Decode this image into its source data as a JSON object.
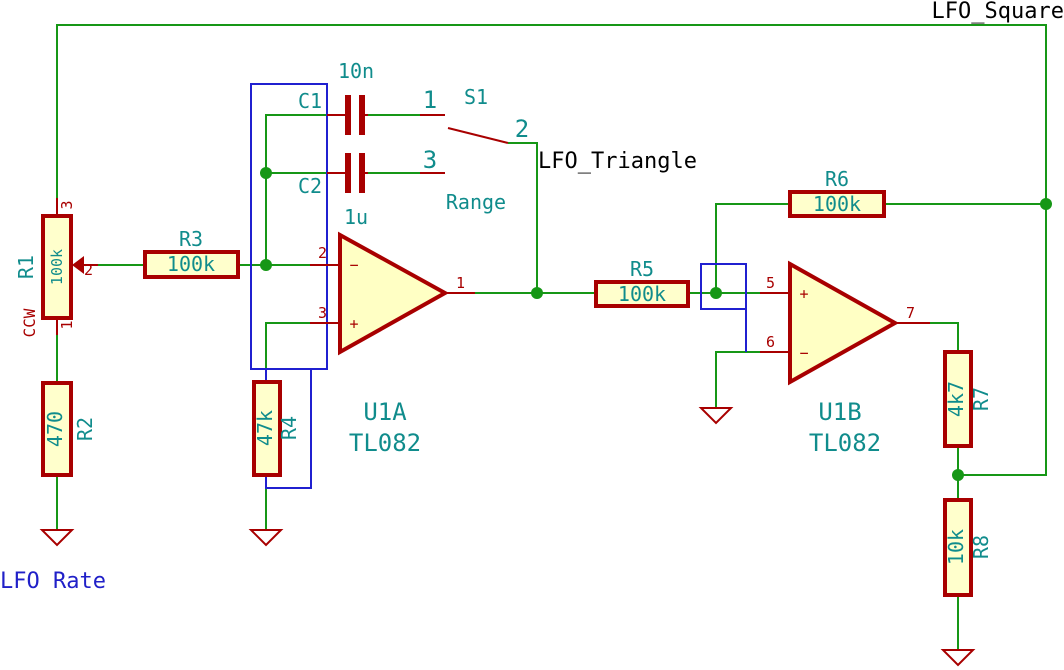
{
  "nets": {
    "lfo_square": "LFO_Square",
    "lfo_triangle": "LFO_Triangle",
    "lfo_rate": "LFO Rate"
  },
  "components": {
    "r1": {
      "ref": "R1",
      "value": "100k",
      "note": "CCW",
      "pins": [
        "3",
        "2",
        "1"
      ]
    },
    "r2": {
      "ref": "R2",
      "value": "470"
    },
    "r3": {
      "ref": "R3",
      "value": "100k"
    },
    "r4": {
      "ref": "R4",
      "value": "47k"
    },
    "r5": {
      "ref": "R5",
      "value": "100k"
    },
    "r6": {
      "ref": "R6",
      "value": "100k"
    },
    "r7": {
      "ref": "R7",
      "value": "4k7"
    },
    "r8": {
      "ref": "R8",
      "value": "10k"
    },
    "c1": {
      "ref": "C1",
      "value": "10n"
    },
    "c2": {
      "ref": "C2",
      "value": "1u"
    },
    "s1": {
      "ref": "S1",
      "value": "Range",
      "pins": [
        "1",
        "2",
        "3"
      ]
    },
    "u1a": {
      "ref": "U1A",
      "value": "TL082",
      "pins": [
        "2",
        "3",
        "1"
      ],
      "inv": "−",
      "noninv": "+"
    },
    "u1b": {
      "ref": "U1B",
      "value": "TL082",
      "pins": [
        "5",
        "6",
        "7"
      ],
      "noninv": "+",
      "inv": "−"
    }
  }
}
